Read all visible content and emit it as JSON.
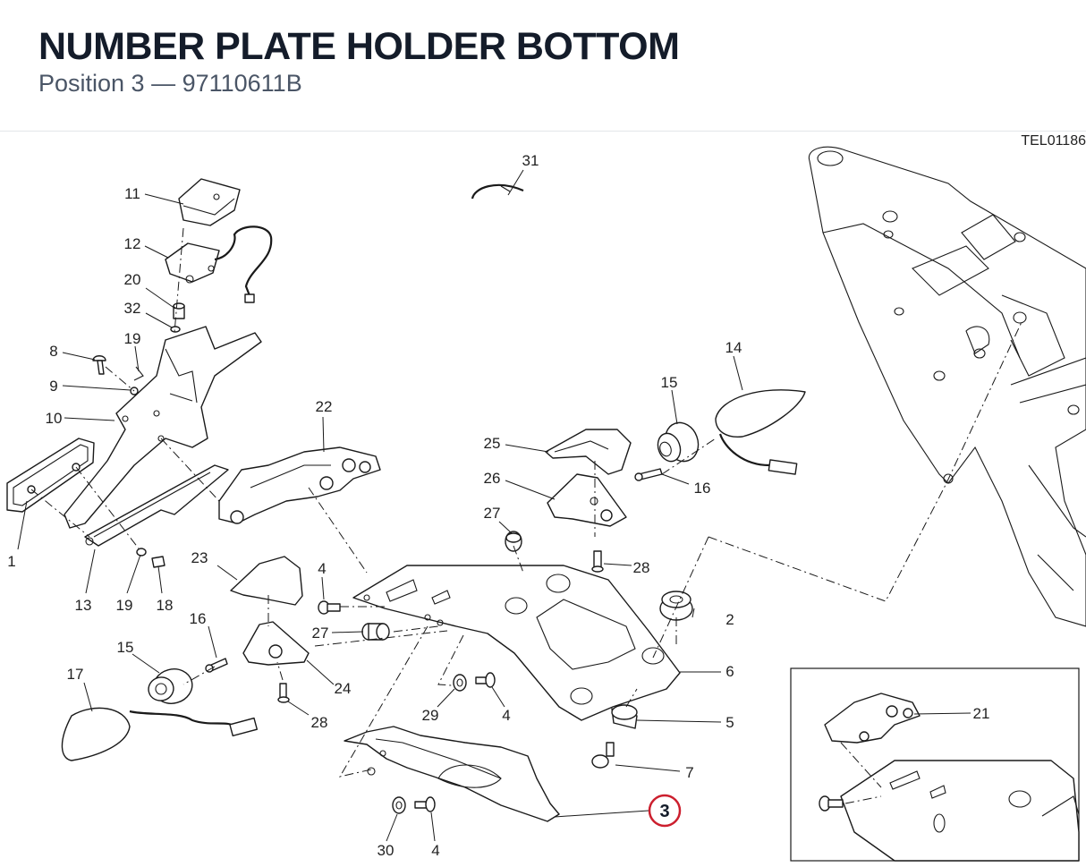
{
  "header": {
    "title": "NUMBER PLATE HOLDER BOTTOM",
    "subtitle": "Position 3 — 97110611B"
  },
  "diagram": {
    "drawing_code": "TEL01186",
    "highlighted_callout": "3",
    "highlight_color": "#cc1f2e",
    "callouts": {
      "c1": "1",
      "c2": "2",
      "c4a": "4",
      "c4b": "4",
      "c4c": "4",
      "c5": "5",
      "c6": "6",
      "c7": "7",
      "c8": "8",
      "c9": "9",
      "c10": "10",
      "c11": "11",
      "c12": "12",
      "c13": "13",
      "c14": "14",
      "c15a": "15",
      "c15b": "15",
      "c16a": "16",
      "c16b": "16",
      "c17": "17",
      "c18": "18",
      "c19a": "19",
      "c19b": "19",
      "c20": "20",
      "c21": "21",
      "c22": "22",
      "c23": "23",
      "c24": "24",
      "c25": "25",
      "c26": "26",
      "c27a": "27",
      "c27b": "27",
      "c28a": "28",
      "c28b": "28",
      "c29": "29",
      "c30": "30",
      "c31": "31",
      "c32": "32"
    }
  }
}
